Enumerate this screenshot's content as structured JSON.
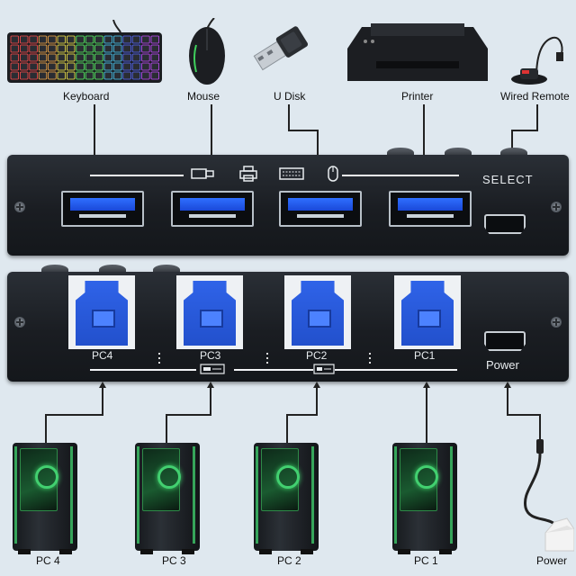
{
  "devices_top": [
    {
      "label": "Keyboard",
      "icon": "keyboard-icon"
    },
    {
      "label": "Mouse",
      "icon": "mouse-icon"
    },
    {
      "label": "U Disk",
      "icon": "usb-drive-icon"
    },
    {
      "label": "Printer",
      "icon": "printer-icon"
    },
    {
      "label": "Wired Remote",
      "icon": "remote-icon"
    }
  ],
  "top_panel": {
    "select_label": "SELECT",
    "port_icons": [
      "usb-drive-icon",
      "printer-icon",
      "keyboard-icon",
      "mouse-icon"
    ]
  },
  "bottom_panel": {
    "ports": [
      "PC4",
      "PC3",
      "PC2",
      "PC1"
    ],
    "power_label": "Power"
  },
  "computers": [
    {
      "label": "PC 4"
    },
    {
      "label": "PC 3"
    },
    {
      "label": "PC 2"
    },
    {
      "label": "PC 1"
    }
  ],
  "power_device": {
    "label": "Power",
    "icon": "power-adapter-icon"
  },
  "colors": {
    "background": "#dfe8ef",
    "usb_blue": "#2f63e8",
    "panel": "#1a1d22",
    "pc_glow": "#3fc86a"
  }
}
